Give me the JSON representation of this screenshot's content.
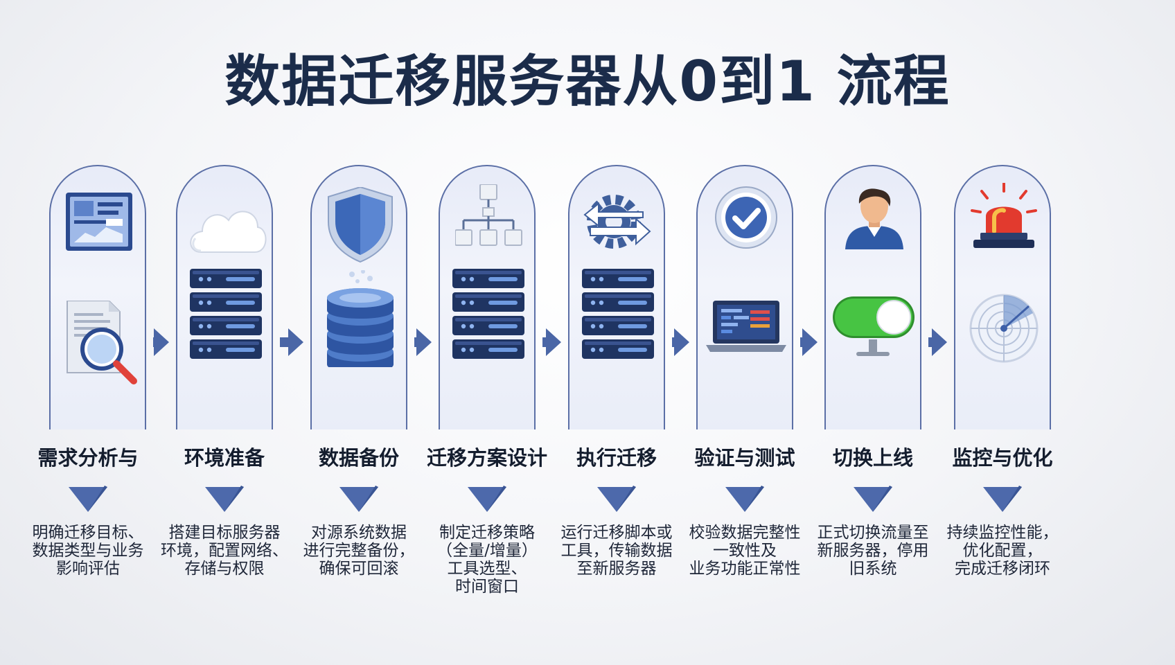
{
  "title": "数据迁移服务器从0到1 流程",
  "colors": {
    "card_border": "#5b6fa6",
    "accent_blue": "#3d5fa8",
    "arrow": "#4a66a6",
    "diamond": "#4d69ab",
    "server_dark": "#1f3462",
    "server_light": "#6f9ae0",
    "switch_green": "#3fbf3a",
    "alarm_red": "#e23a2e"
  },
  "steps": [
    {
      "name": "需求分析与",
      "desc_lines": [
        "明确迁移目标、",
        "数据类型与业务",
        "影响评估"
      ],
      "icons": [
        "document-chart-icon",
        "magnifier-document-icon"
      ]
    },
    {
      "name": "环境准备",
      "desc_lines": [
        "搭建目标服务器",
        "环境，配置网络、",
        "存储与权限"
      ],
      "icons": [
        "cloud-icon",
        "server-rack-icon"
      ]
    },
    {
      "name": "数据备份",
      "desc_lines": [
        "对源系统数据",
        "进行完整备份，",
        "确保可回滚"
      ],
      "icons": [
        "shield-icon",
        "database-icon"
      ]
    },
    {
      "name": "迁移方案设计",
      "desc_lines": [
        "制定迁移策略",
        "（全量/增量）",
        "工具选型、",
        "时间窗口"
      ],
      "icons": [
        "hierarchy-icon",
        "server-rack-icon"
      ]
    },
    {
      "name": "执行迁移",
      "desc_lines": [
        "运行迁移脚本或",
        "工具，传输数据",
        "至新服务器"
      ],
      "icons": [
        "gear-arrows-icon",
        "server-rack-icon"
      ]
    },
    {
      "name": "验证与测试",
      "desc_lines": [
        "校验数据完整性",
        "一致性及",
        "业务功能正常性"
      ],
      "icons": [
        "check-badge-icon",
        "laptop-icon"
      ]
    },
    {
      "name": "切换上线",
      "desc_lines": [
        "正式切换流量至",
        "新服务器，停用",
        "旧系统"
      ],
      "icons": [
        "person-icon",
        "toggle-switch-icon"
      ]
    },
    {
      "name": "监控与优化",
      "desc_lines": [
        "持续监控性能，",
        "优化配置，",
        "完成迁移闭环"
      ],
      "icons": [
        "alarm-light-icon",
        "radar-icon"
      ]
    }
  ]
}
